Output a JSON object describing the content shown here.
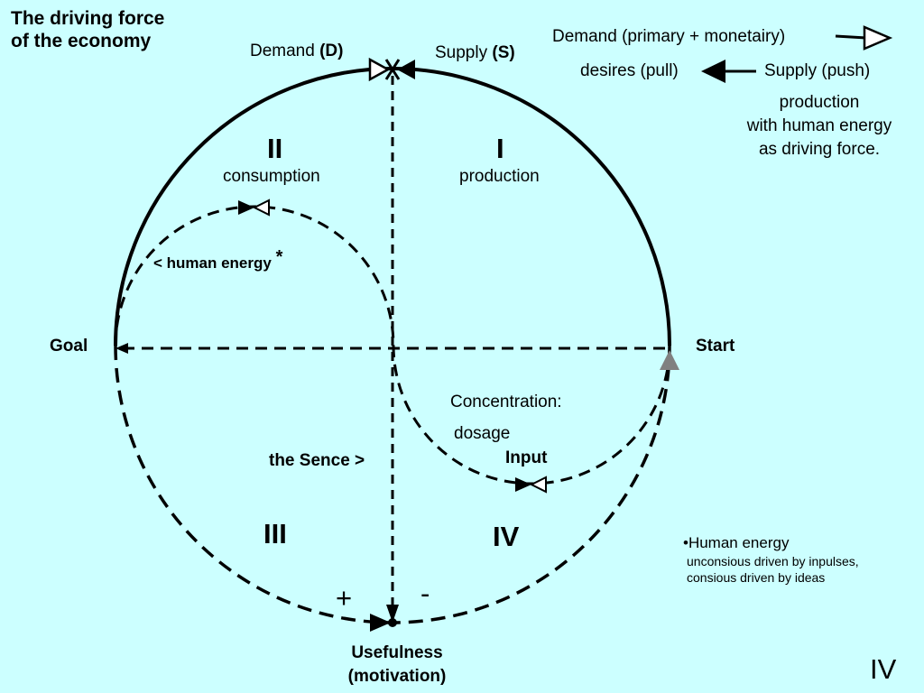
{
  "title": {
    "line1": "The driving force",
    "line2": "of the economy"
  },
  "top": {
    "demand_label": "Demand",
    "demand_abbr": "(D)",
    "supply_label": "Supply",
    "supply_abbr": "(S)"
  },
  "legend": {
    "demand_text": "Demand (primary + monetairy)",
    "desires_text": "desires (pull)",
    "supply_text": "Supply (push)",
    "production_line1": "production",
    "production_line2": "with human energy",
    "production_line3": "as driving force."
  },
  "quadrants": {
    "q2_numeral": "II",
    "q2_label": "consumption",
    "q1_numeral": "I",
    "q1_label": "production",
    "q3_numeral": "III",
    "q4_numeral": "IV"
  },
  "labels": {
    "human_energy": "< human energy",
    "asterisk": "*",
    "goal": "Goal",
    "start": "Start",
    "concentration": "Concentration:",
    "dosage": "dosage",
    "input": "Input",
    "the_sence": "the Sence >",
    "plus": "+",
    "minus": "-",
    "usefulness_line1": "Usefulness",
    "usefulness_line2": "(motivation)"
  },
  "note": {
    "line1": "•Human energy",
    "line2": "unconsious driven by inpulses,",
    "line3": "consious driven by ideas"
  },
  "slide_number": "IV",
  "colors": {
    "background": "#ccffff",
    "stroke": "#000000",
    "start_marker": "#808080",
    "open_arrow": "#ffffff"
  }
}
